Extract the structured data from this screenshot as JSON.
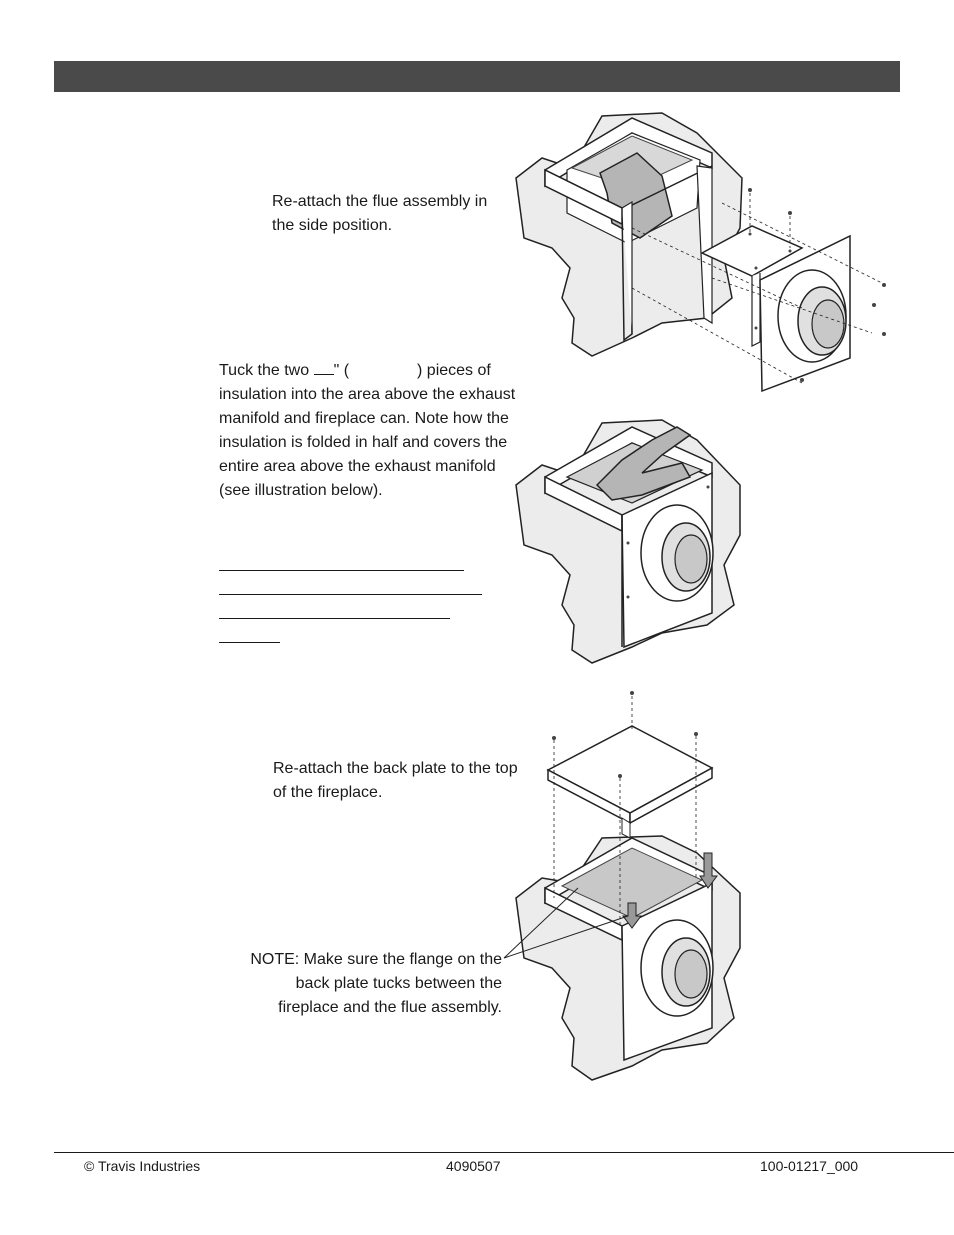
{
  "steps": {
    "reattach_flue": "Re-attach the flue assembly in the side position.",
    "tuck_part1": "Tuck the two",
    "tuck_part2": "\" (",
    "tuck_part3": ") pieces of insulation into the area above the exhaust manifold and fireplace can. Note how the insulation is folded in half and covers the entire area above the exhaust manifold (see illustration below).",
    "reattach_back_plate": "Re-attach the back plate to the top of the fireplace.",
    "note": "NOTE: Make sure the flange on the back plate tucks between the fireplace and the flue assembly."
  },
  "illustrations": {
    "flue_icon": "flue-assembly-exploded-illustration",
    "insulation_icon": "insulation-tucked-illustration",
    "back_plate_icon": "back-plate-exploded-illustration"
  },
  "colors": {
    "header_bar": "#4a4a4a",
    "insulation_gray": "#b5b5b5",
    "wall_fill": "#ececec"
  },
  "footer": {
    "copyright": "© Travis Industries",
    "doc_number": "4090507",
    "part_number": "100-01217_000"
  }
}
